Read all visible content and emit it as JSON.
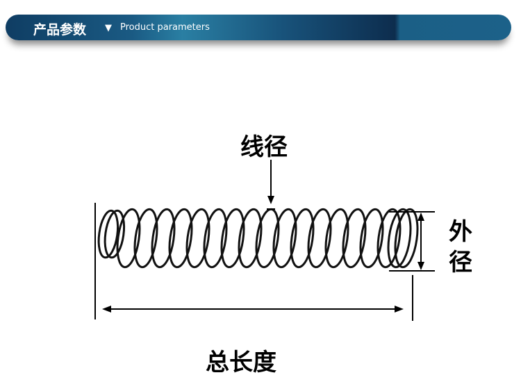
{
  "header": {
    "title": "产品参数",
    "arrow_icon": "triangle-down-icon",
    "subtitle": "Product parameters"
  },
  "labels": {
    "wire_diameter": "线径",
    "outer_diameter_1": "外",
    "outer_diameter_2": "径",
    "total_length": "总长度"
  },
  "colors": {
    "banner": "#1a5a83",
    "line": "#000000"
  }
}
